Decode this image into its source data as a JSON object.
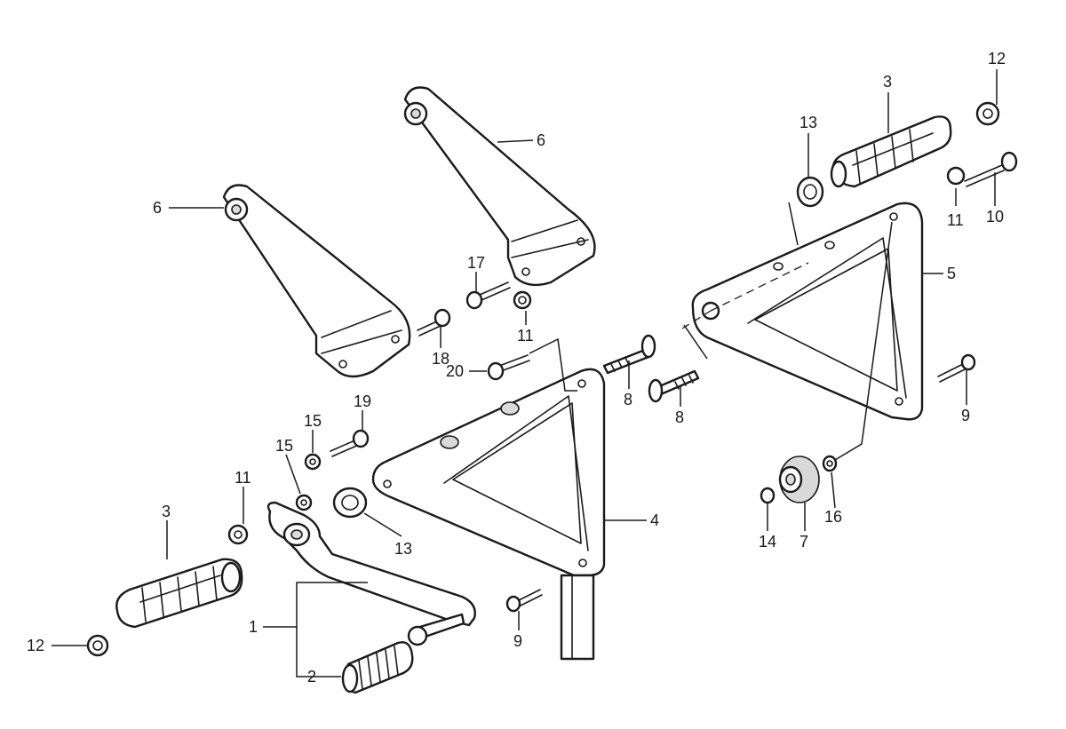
{
  "callouts": {
    "c1": "1",
    "c2": "2",
    "c3a": "3",
    "c3b": "3",
    "c4": "4",
    "c5": "5",
    "c6a": "6",
    "c6b": "6",
    "c7": "7",
    "c8a": "8",
    "c8b": "8",
    "c9a": "9",
    "c9b": "9",
    "c10": "10",
    "c11a": "11",
    "c11b": "11",
    "c11c": "11",
    "c12a": "12",
    "c12b": "12",
    "c13a": "13",
    "c13b": "13",
    "c14": "14",
    "c15a": "15",
    "c15b": "15",
    "c16": "16",
    "c17": "17",
    "c18": "18",
    "c19": "19",
    "c20": "20"
  }
}
